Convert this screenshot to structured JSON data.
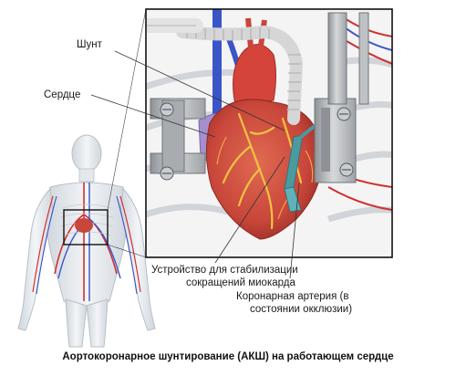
{
  "labels": {
    "shunt": "Шунт",
    "heart": "Сердце",
    "stabilizer_line1": "Устройство для стабилизации",
    "stabilizer_line2": "сокращений миокарда",
    "artery_line1": "Коронарная артерия (в",
    "artery_line2": "состоянии окклюзии)"
  },
  "caption": "Аортокоронарное шунтирование (АКШ) на работающем сердце",
  "colors": {
    "frame": "#111111",
    "heart_red": "#c8463a",
    "heart_dark": "#9c2e26",
    "vessel_yellow": "#f1c43f",
    "pericardium_purple": "#a58fd0",
    "vein_blue": "#3a55c8",
    "artery_red": "#d03030",
    "retractor_gray": "#b9bcc0",
    "tube_white": "#e8e8e8",
    "stabilizer_teal": "#4a9aa0"
  }
}
